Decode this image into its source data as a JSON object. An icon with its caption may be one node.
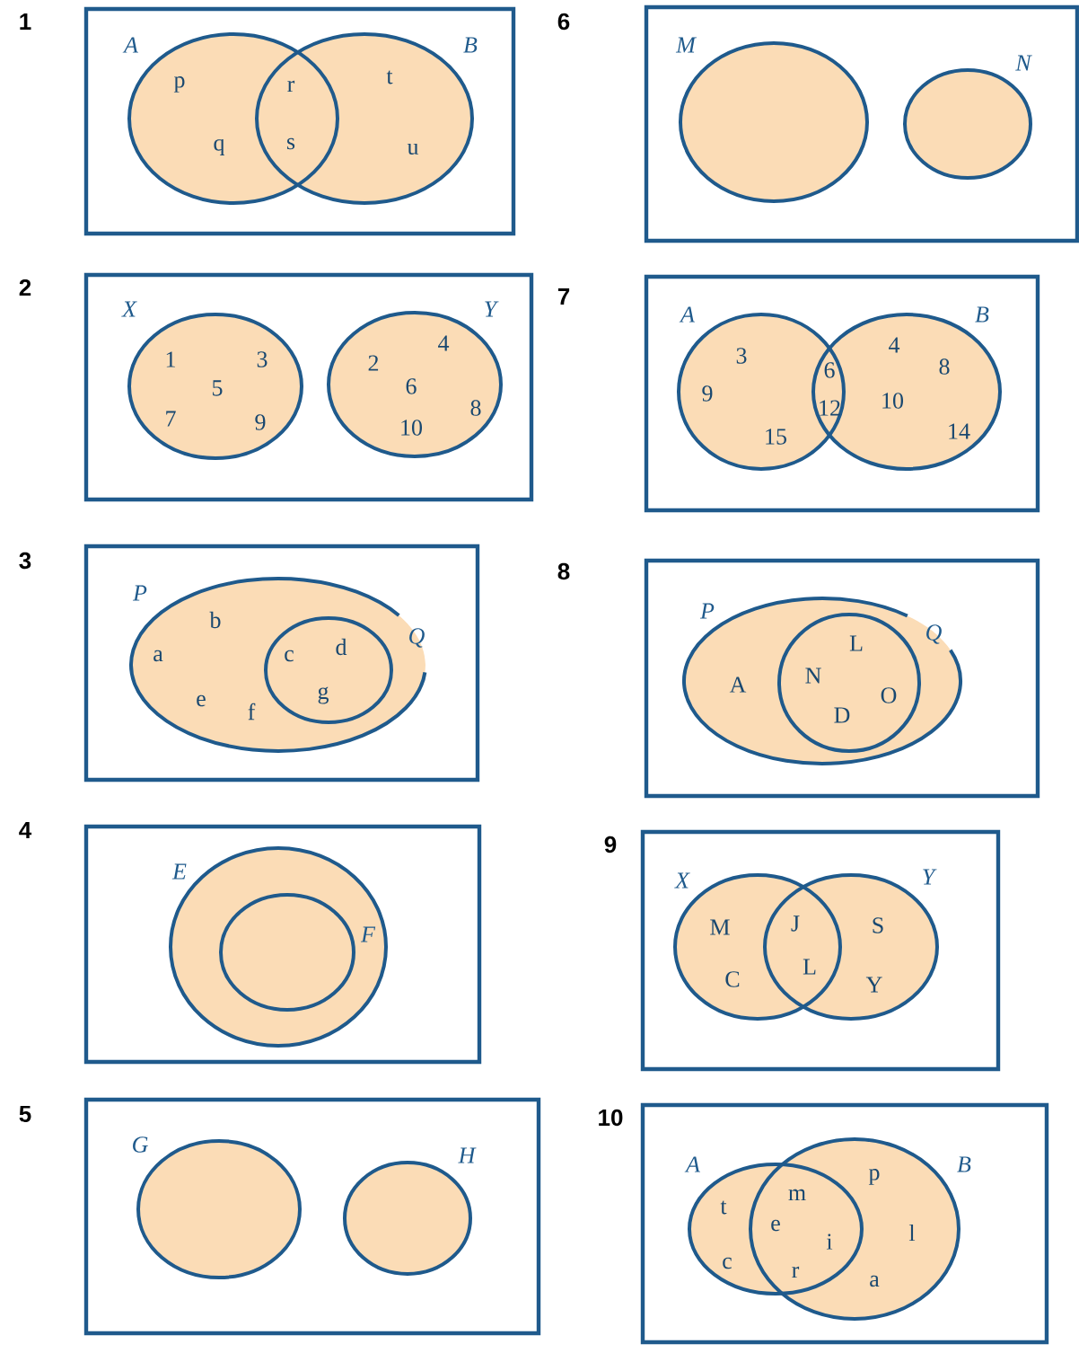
{
  "diagram": {
    "nodes": [
      {
        "text": [],
        "shape": "box",
        "beside": [
          "1"
        ]
      },
      {
        "text": [
          "A"
        ],
        "in": 0
      },
      {
        "text": [
          "B"
        ],
        "in": 0
      },
      {
        "text": [],
        "shape": "box",
        "beside": [
          "2"
        ]
      },
      {
        "text": [
          "X"
        ],
        "in": 3
      },
      {
        "text": [
          "Y"
        ],
        "in": 3
      },
      {
        "text": [],
        "shape": "box",
        "beside": [
          "3"
        ]
      },
      {
        "text": [
          "P"
        ],
        "in": 6
      },
      {
        "text": [
          "Q"
        ],
        "in": 7
      },
      {
        "text": [],
        "shape": "box",
        "beside": [
          "4"
        ]
      },
      {
        "text": [
          "E"
        ],
        "in": 9
      },
      {
        "text": [
          "F"
        ],
        "in": 10
      },
      {
        "text": [],
        "shape": "box",
        "beside": [
          "5"
        ]
      },
      {
        "text": [
          "G"
        ],
        "in": 12
      },
      {
        "text": [
          "H"
        ],
        "in": 12
      },
      {
        "text": [],
        "shape": "box",
        "beside": [
          "6"
        ]
      },
      {
        "text": [
          "M"
        ],
        "in": 15
      },
      {
        "text": [
          "N"
        ],
        "in": 15
      },
      {
        "text": [],
        "shape": "box",
        "beside": [
          "7"
        ]
      },
      {
        "text": [
          "A"
        ],
        "in": 18
      },
      {
        "text": [
          "B"
        ],
        "in": 18
      },
      {
        "text": [],
        "shape": "box",
        "beside": [
          "8"
        ]
      },
      {
        "text": [
          "P"
        ],
        "in": 21
      },
      {
        "text": [
          "Q"
        ],
        "in": 22
      },
      {
        "text": [],
        "shape": "box",
        "beside": [
          "9"
        ]
      },
      {
        "text": [
          "X"
        ],
        "in": 24
      },
      {
        "text": [
          "Y"
        ],
        "in": 24
      },
      {
        "text": [],
        "shape": "box",
        "beside": [
          "10"
        ]
      },
      {
        "text": [
          "A"
        ],
        "in": 27
      },
      {
        "text": [
          "B"
        ],
        "in": 27
      }
    ],
    "labels": [
      "p",
      "q",
      "r",
      "s",
      "t",
      "u",
      "1",
      "3",
      "5",
      "7",
      "9",
      "2",
      "4",
      "6",
      "10",
      "8",
      "a",
      "b",
      "c",
      "d",
      "e",
      "f",
      "g",
      "3",
      "9",
      "15",
      "6",
      "12",
      "4",
      "8",
      "10",
      "14",
      "L",
      "A",
      "N",
      "D",
      "O",
      "M",
      "C",
      "J",
      "L",
      "S",
      "Y",
      "t",
      "c",
      "e",
      "m",
      "i",
      "r",
      "p",
      "l",
      "a"
    ]
  }
}
